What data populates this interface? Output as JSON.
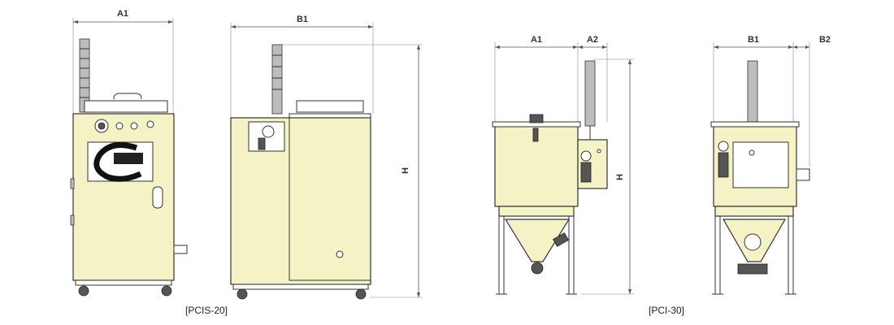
{
  "figures": [
    {
      "caption": "[PCIS-20]",
      "labels": {
        "front_width": "A1",
        "side_width": "B1",
        "height": "H"
      }
    },
    {
      "caption": "[PCI-30]",
      "labels": {
        "front_width": "A1",
        "front_extra": "A2",
        "height": "H",
        "side_width": "B1",
        "side_extra": "B2"
      }
    }
  ],
  "colors": {
    "machine_body": "#f5f3c6",
    "outline": "#333333"
  }
}
